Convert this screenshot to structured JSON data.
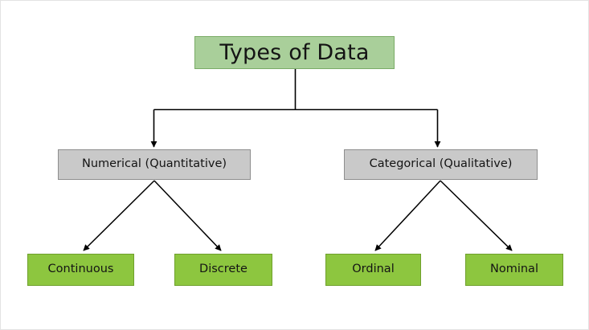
{
  "diagram": {
    "type": "hierarchy-tree",
    "title": "Types of Data",
    "background_color": "#ffffff",
    "border_color": "#e3e3e3",
    "colors": {
      "root_fill": "#a9cf9a",
      "root_border": "#7aab67",
      "branch_fill": "#c9c9c9",
      "branch_border": "#8e8e8e",
      "leaf_fill": "#8dc63f",
      "leaf_border": "#6fa02c",
      "connector": "#000000",
      "text": "#141414"
    },
    "nodes": {
      "root": {
        "label": "Types of Data"
      },
      "branches": [
        {
          "label": "Numerical (Quantitative)"
        },
        {
          "label": "Categorical (Qualitative)"
        }
      ],
      "leaves": [
        {
          "label": "Continuous"
        },
        {
          "label": "Discrete"
        },
        {
          "label": "Ordinal"
        },
        {
          "label": "Nominal"
        }
      ]
    },
    "edges": [
      {
        "from": "Types of Data",
        "to": "Numerical (Quantitative)",
        "style": "orthogonal",
        "arrow": true
      },
      {
        "from": "Types of Data",
        "to": "Categorical (Qualitative)",
        "style": "orthogonal",
        "arrow": true
      },
      {
        "from": "Numerical (Quantitative)",
        "to": "Continuous",
        "style": "diagonal",
        "arrow": true
      },
      {
        "from": "Numerical (Quantitative)",
        "to": "Discrete",
        "style": "diagonal",
        "arrow": true
      },
      {
        "from": "Categorical (Qualitative)",
        "to": "Ordinal",
        "style": "diagonal",
        "arrow": true
      },
      {
        "from": "Categorical (Qualitative)",
        "to": "Nominal",
        "style": "diagonal",
        "arrow": true
      }
    ]
  }
}
